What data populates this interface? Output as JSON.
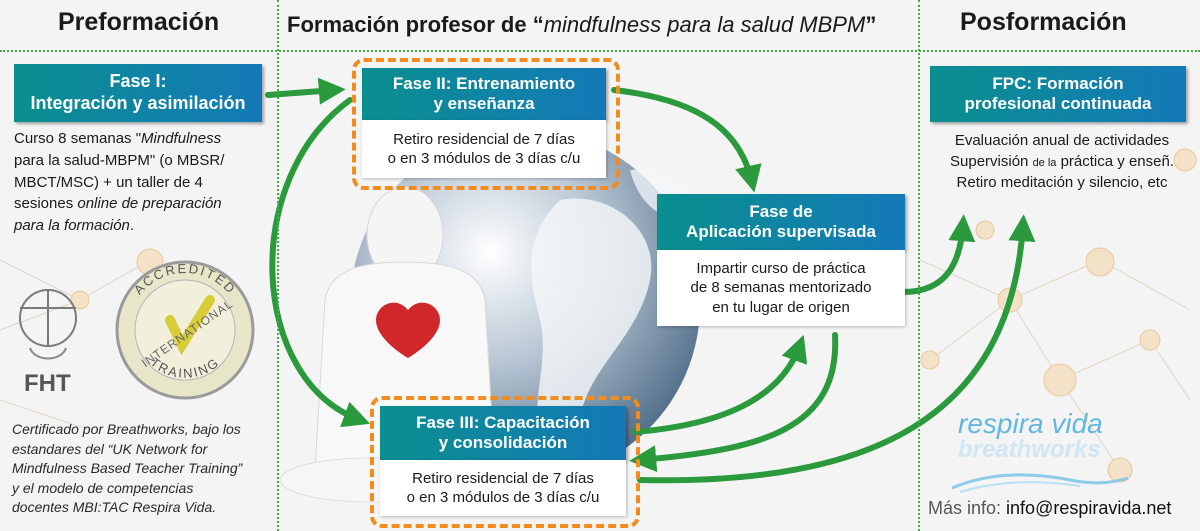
{
  "headers": {
    "left": "Preformación",
    "middle_prefix": "Formación profesor de “",
    "middle_italic": "mindfulness para la salud MBPM",
    "middle_suffix": "”",
    "right": "Posformación"
  },
  "fase1": {
    "title_line1": "Fase I:",
    "title_line2": "Integración y asimilación",
    "body": [
      "Curso 8 semanas \"Mindfulness",
      "para la salud-MBPM\" (o MBSR/",
      "MBCT/MSC)  +  un taller de 4",
      "sesiones online de preparación",
      "para la formación."
    ]
  },
  "fase2": {
    "title_line1": "Fase II: Entrenamiento",
    "title_line2": "y enseñanza",
    "body_line1": "Retiro residencial de 7 días",
    "body_line2": "o en 3 módulos de 3 días c/u"
  },
  "fase_aplicacion": {
    "title_line1": "Fase de",
    "title_line2": "Aplicación supervisada",
    "body_line1": "Impartir curso de práctica",
    "body_line2": "de 8 semanas mentorizado",
    "body_line3": "en tu lugar de origen"
  },
  "fase3": {
    "title_line1": "Fase III: Capacitación",
    "title_line2": "y consolidación",
    "body_line1": "Retiro residencial de 7 días",
    "body_line2": "o en 3 módulos de 3 días c/u"
  },
  "fpc": {
    "title_line1": "FPC: Formación",
    "title_line2": "profesional continuada",
    "body_line1": "Evaluación anual de actividades",
    "body_line2a": "Supervisión ",
    "body_line2b": "de la",
    "body_line2c": " práctica y enseñ.",
    "body_line3": "Retiro meditación y silencio, etc"
  },
  "logos": {
    "fht": "FHT",
    "seal_top": "ACCREDITED",
    "seal_mid": "INTERNATIONAL",
    "seal_bottom": "TRAINING"
  },
  "certification": [
    "Certificado por Breathworks, bajo los",
    "estandares del  “UK Network for",
    "Mindfulness Based Teacher Training”",
    "y el modelo de competencias",
    "docentes MBI:TAC Respira Vida."
  ],
  "brand": {
    "line1": "respira vida",
    "line2": "breathworks"
  },
  "contact": {
    "label": "Más info:",
    "email": "info@respiravida.net"
  },
  "colors": {
    "arrow": "#2a9a3c",
    "title_gradient_start": "#0a8f8f",
    "title_gradient_end": "#1479b8",
    "orange_dash": "#f28c1f",
    "divider": "#3fae49",
    "heart": "#d0282a"
  }
}
